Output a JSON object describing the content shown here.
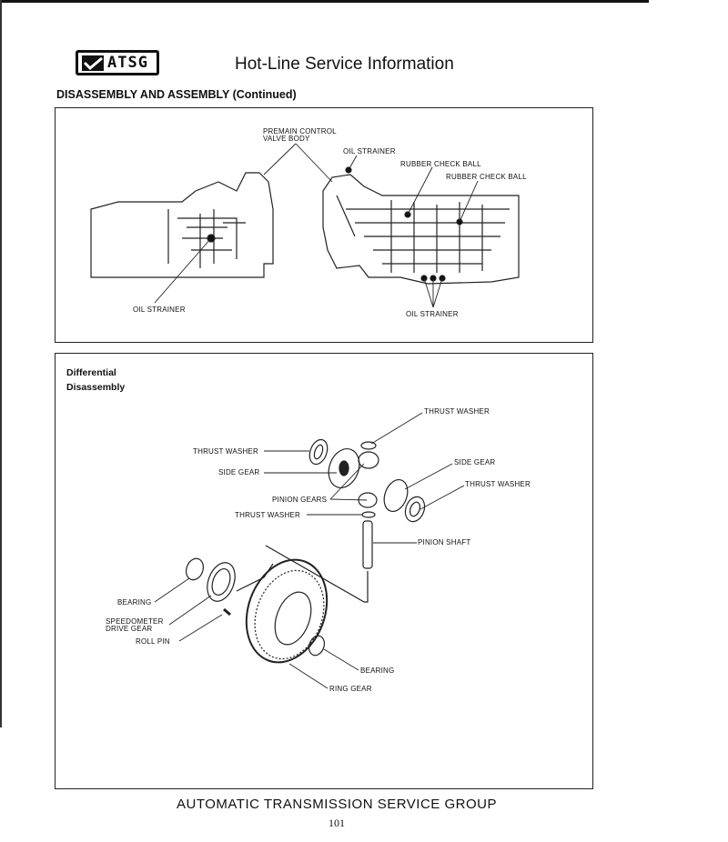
{
  "header": {
    "logo_text": "ATSG",
    "title": "Hot-Line Service Information",
    "section_heading": "DISASSEMBLY AND ASSEMBLY (Continued)"
  },
  "valve_body_figure": {
    "labels": {
      "premain_line1": "PREMAIN CONTROL",
      "premain_line2": "VALVE BODY",
      "oil_strainer_top": "OIL STRAINER",
      "rubber_check_ball_1": "RUBBER CHECK BALL",
      "rubber_check_ball_2": "RUBBER CHECK BALL",
      "oil_strainer_left": "OIL STRAINER",
      "oil_strainer_bottom": "OIL STRAINER"
    }
  },
  "differential_figure": {
    "heading": "Differential",
    "subheading": "Disassembly",
    "labels": {
      "thrust_washer_top_right": "THRUST WASHER",
      "thrust_washer_left": "THRUST WASHER",
      "side_gear_left": "SIDE GEAR",
      "side_gear_right": "SIDE GEAR",
      "thrust_washer_right": "THRUST WASHER",
      "pinion_gears": "PINION GEARS",
      "thrust_washer_lower": "THRUST WASHER",
      "pinion_shaft": "PINION SHAFT",
      "bearing_left": "BEARING",
      "speedometer_line1": "SPEEDOMETER",
      "speedometer_line2": "DRIVE GEAR",
      "roll_pin": "ROLL PIN",
      "bearing_right": "BEARING",
      "ring_gear": "RING GEAR"
    }
  },
  "footer": {
    "org": "AUTOMATIC TRANSMISSION SERVICE GROUP",
    "page_number": "101"
  }
}
